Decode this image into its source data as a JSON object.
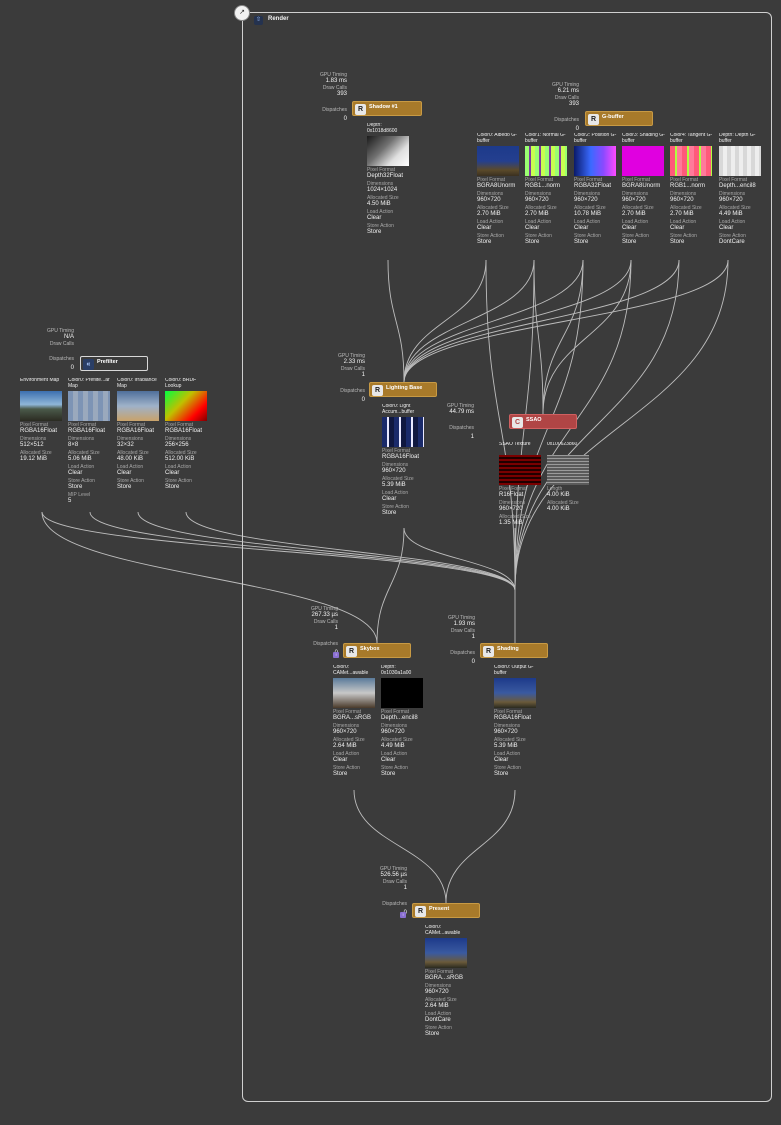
{
  "app": {
    "group_title": "Render",
    "collapse_icon": "collapse-arrows-icon"
  },
  "labels": {
    "gpu_timing": "GPU Timing",
    "draw_calls": "Draw Calls",
    "dispatches": "Dispatches",
    "pixel_format": "Pixel Format",
    "dimensions": "Dimensions",
    "allocated_size": "Allocated Size",
    "load_action": "Load Action",
    "store_action": "Store Action",
    "mip_level": "MIP Level",
    "length": "Length"
  },
  "passes": {
    "prefilter": {
      "name": "Prefilter",
      "badge": "«",
      "gpu_timing": "N/A",
      "draw_calls": "",
      "dispatches": "0",
      "attachments": [
        {
          "title": "Environment Map",
          "pixel_format": "RGBA16Float",
          "dimensions": "512×512",
          "allocated_size": "19.12 MiB",
          "load_action": "",
          "store_action": ""
        },
        {
          "title": "Color0: Prefilte...ar Map",
          "pixel_format": "RGBA16Float",
          "dimensions": "8×8",
          "allocated_size": "5.06 MiB",
          "load_action": "Clear",
          "store_action": "Store",
          "mip_level": "5"
        },
        {
          "title": "Color0: Irradiance Map",
          "pixel_format": "RGBA16Float",
          "dimensions": "32×32",
          "allocated_size": "48.00 KiB",
          "load_action": "Clear",
          "store_action": "Store"
        },
        {
          "title": "Color0: BRDF Lookup",
          "pixel_format": "RGBA16Float",
          "dimensions": "256×256",
          "allocated_size": "512.00 KiB",
          "load_action": "Clear",
          "store_action": "Store"
        }
      ]
    },
    "shadow": {
      "name": "Shadow #1",
      "badge": "R",
      "gpu_timing": "1.83 ms",
      "draw_calls": "393",
      "dispatches": "0",
      "attachments": [
        {
          "title": "Depth: 0x1018d8600",
          "pixel_format": "Depth32Float",
          "dimensions": "1024×1024",
          "allocated_size": "4.50 MiB",
          "load_action": "Clear",
          "store_action": "Store"
        }
      ]
    },
    "gbuffer": {
      "name": "G-buffer",
      "badge": "R",
      "gpu_timing": "6.21 ms",
      "draw_calls": "393",
      "dispatches": "0",
      "attachments": [
        {
          "title": "Color0: Albedo G-buffer",
          "pixel_format": "BGRA8Unorm",
          "dimensions": "960×720",
          "allocated_size": "2.70 MiB",
          "load_action": "Clear",
          "store_action": "Store"
        },
        {
          "title": "Color1: Normal G-buffer",
          "pixel_format": "RGB1...norm",
          "dimensions": "960×720",
          "allocated_size": "2.70 MiB",
          "load_action": "Clear",
          "store_action": "Store"
        },
        {
          "title": "Color2: Position G-buffer",
          "pixel_format": "RGBA32Float",
          "dimensions": "960×720",
          "allocated_size": "10.78 MiB",
          "load_action": "Clear",
          "store_action": "Store"
        },
        {
          "title": "Color3: Shading G-buffer",
          "pixel_format": "BGRA8Unorm",
          "dimensions": "960×720",
          "allocated_size": "2.70 MiB",
          "load_action": "Clear",
          "store_action": "Store"
        },
        {
          "title": "Color4: Tangent G-buffer",
          "pixel_format": "RGB1...norm",
          "dimensions": "960×720",
          "allocated_size": "2.70 MiB",
          "load_action": "Clear",
          "store_action": "Store"
        },
        {
          "title": "Depth: Depth G-buffer",
          "pixel_format": "Depth...encil8",
          "dimensions": "960×720",
          "allocated_size": "4.49 MiB",
          "load_action": "Clear",
          "store_action": "DontCare"
        }
      ]
    },
    "lighting": {
      "name": "Lighting Base",
      "badge": "R",
      "gpu_timing": "2.33 ms",
      "draw_calls": "1",
      "dispatches": "0",
      "attachments": [
        {
          "title": "Color0: Light Accum...buffer",
          "pixel_format": "RGBA16Float",
          "dimensions": "960×720",
          "allocated_size": "5.39 MiB",
          "load_action": "Clear",
          "store_action": "Store"
        }
      ]
    },
    "ssao": {
      "name": "SSAO",
      "badge": "C",
      "gpu_timing": "44.79 ms",
      "dispatches": "1",
      "attachments": [
        {
          "title": "SSAO Texture",
          "pixel_format": "R16Float",
          "dimensions": "960×720",
          "allocated_size": "1.35 MiB"
        },
        {
          "title": "0x100623860",
          "length": "4.00 KiB",
          "allocated_size": "4.00 KiB"
        }
      ]
    },
    "skybox": {
      "name": "Skybox",
      "badge": "R",
      "gpu_timing": "267.33 µs",
      "draw_calls": "1",
      "dispatches": "0",
      "attachments": [
        {
          "title": "Color0: CAMet...awable",
          "pixel_format": "BGRA...sRGB",
          "dimensions": "960×720",
          "allocated_size": "2.64 MiB",
          "load_action": "Clear",
          "store_action": "Store"
        },
        {
          "title": "Depth: 0x1030a1a00",
          "pixel_format": "Depth...encil8",
          "dimensions": "960×720",
          "allocated_size": "4.49 MiB",
          "load_action": "Clear",
          "store_action": "Store"
        }
      ]
    },
    "shading": {
      "name": "Shading",
      "badge": "R",
      "gpu_timing": "1.93 ms",
      "draw_calls": "1",
      "dispatches": "0",
      "attachments": [
        {
          "title": "Color0: Output G-buffer",
          "pixel_format": "RGBA16Float",
          "dimensions": "960×720",
          "allocated_size": "5.39 MiB",
          "load_action": "Clear",
          "store_action": "Store"
        }
      ]
    },
    "present": {
      "name": "Present",
      "badge": "R",
      "gpu_timing": "526.56 µs",
      "draw_calls": "1",
      "dispatches": "0",
      "attachments": [
        {
          "title": "Color0: CAMet...awable",
          "pixel_format": "BGRA...sRGB",
          "dimensions": "960×720",
          "allocated_size": "2.64 MiB",
          "load_action": "DontCare",
          "store_action": "Store"
        }
      ]
    }
  },
  "colors": {
    "render_pass": "#a87a2a",
    "compute_pass": "#b04545",
    "background": "#3b3b3b",
    "wire": "#bdbdbd"
  }
}
